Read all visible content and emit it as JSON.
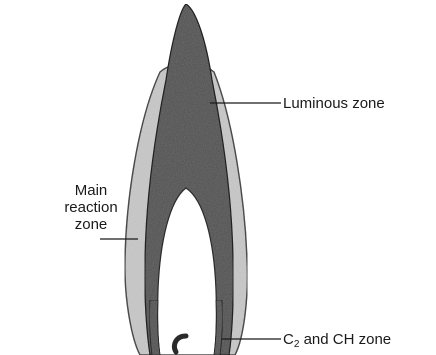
{
  "labels": {
    "luminous": "Luminous zone",
    "main_line1": "Main",
    "main_line2": "reaction",
    "main_line3": "zone",
    "c2ch_prefix": "C",
    "c2ch_subscript": "2",
    "c2ch_suffix": " and CH zone"
  },
  "colors": {
    "outer_zone": "#cfcfcf",
    "luminous_zone": "#6e6e6e",
    "core": "#ffffff",
    "outline": "#2a2a2a",
    "leader_line": "#1a1a1a"
  }
}
